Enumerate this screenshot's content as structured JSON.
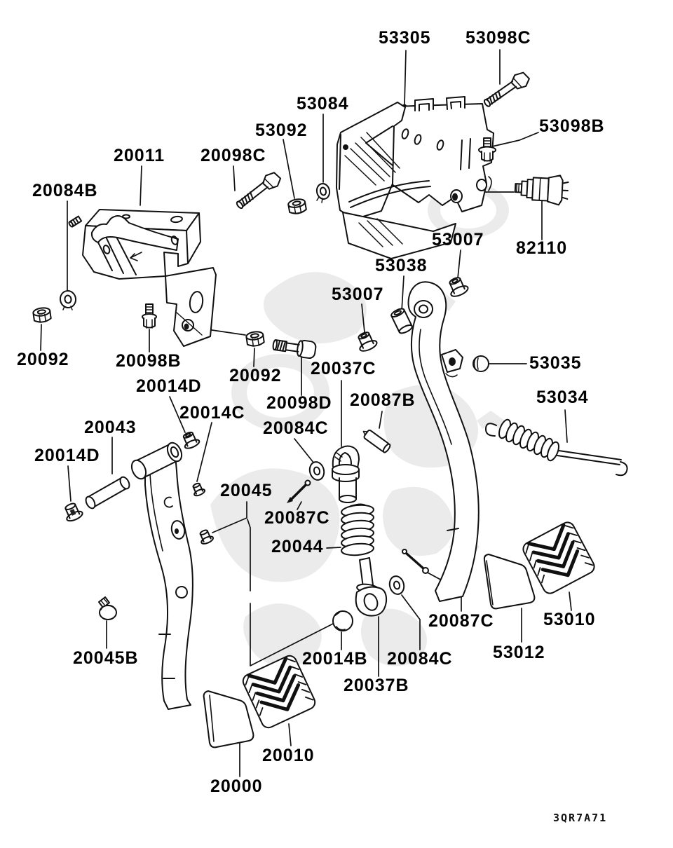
{
  "diagram_type": "exploded-parts-diagram",
  "subject": "pedal-assembly",
  "code": "3QR7A71",
  "colors": {
    "line": "#101010",
    "background": "#ffffff",
    "watermark": "#ebebeb"
  },
  "labels": [
    {
      "text": "53305"
    },
    {
      "text": "53098C"
    },
    {
      "text": "53084"
    },
    {
      "text": "53092"
    },
    {
      "text": "53098B"
    },
    {
      "text": "20011"
    },
    {
      "text": "20098C"
    },
    {
      "text": "20084B"
    },
    {
      "text": "53007"
    },
    {
      "text": "82110"
    },
    {
      "text": "53038"
    },
    {
      "text": "53007"
    },
    {
      "text": "20092"
    },
    {
      "text": "20098B"
    },
    {
      "text": "53035"
    },
    {
      "text": "20037C"
    },
    {
      "text": "20092"
    },
    {
      "text": "20014D"
    },
    {
      "text": "53034"
    },
    {
      "text": "20087B"
    },
    {
      "text": "20098D"
    },
    {
      "text": "20014C"
    },
    {
      "text": "20043"
    },
    {
      "text": "20084C"
    },
    {
      "text": "20014D"
    },
    {
      "text": "20045"
    },
    {
      "text": "20087C"
    },
    {
      "text": "20044"
    },
    {
      "text": "20087C"
    },
    {
      "text": "53010"
    },
    {
      "text": "20014B"
    },
    {
      "text": "20084C"
    },
    {
      "text": "53012"
    },
    {
      "text": "20045B"
    },
    {
      "text": "20037B"
    },
    {
      "text": "20010"
    },
    {
      "text": "20000"
    }
  ]
}
